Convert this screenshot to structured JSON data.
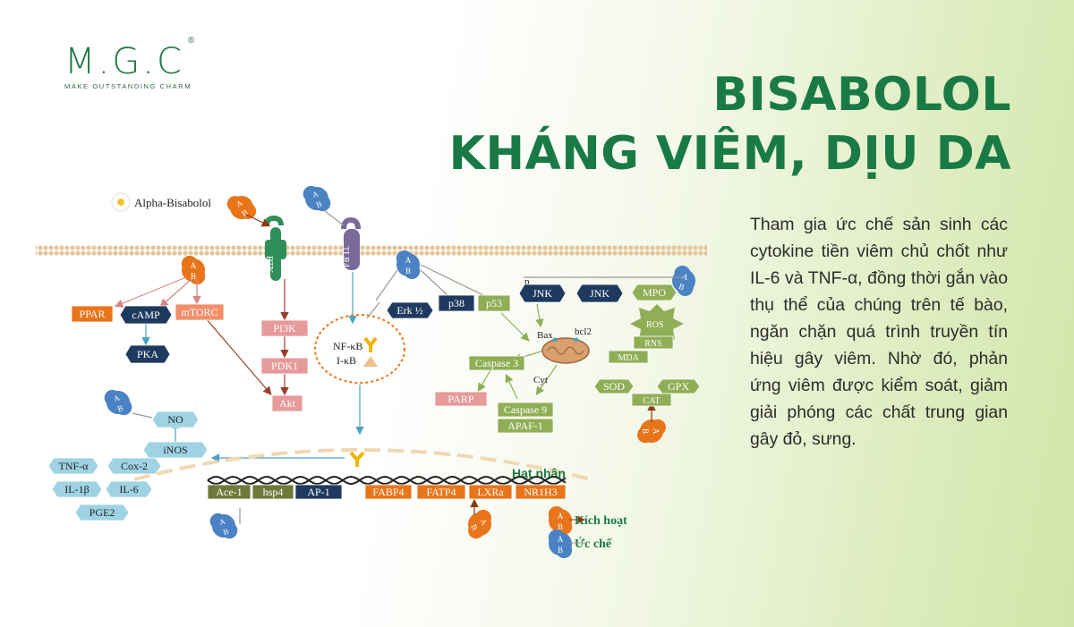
{
  "logo": {
    "text": "M.G.C",
    "tagline": "MAKE OUTSTANDING CHARM",
    "reg": "®"
  },
  "title": {
    "line1": "BISABOLOL",
    "line2": "KHÁNG VIÊM, DỊU DA"
  },
  "description": "Tham gia ức chế sản sinh các cytokine tiền viêm chủ chốt như IL-6 và TNF-α, đồng thời gắn vào thụ thể của chúng trên tế bào, ngăn chặn quá trình truyền tín hiệu gây viêm. Nhờ đó, phản ứng viêm được kiểm soát, giảm giải phóng các chất trung gian gây đỏ, sưng.",
  "colors": {
    "green_title": "#1a7a45",
    "activate": "#e8751a",
    "inhibit": "#4a82c4",
    "pink": "#e69a9a",
    "olive": "#8fae56",
    "teal": "#9fd3e3",
    "navy": "#1f3a5f"
  },
  "diagram": {
    "compound_label": "Alpha-Bisabolol",
    "badge_letters": [
      "A",
      "B"
    ],
    "receptors": {
      "rtk": "RTK",
      "tlr4": "TLR4"
    },
    "nodes": {
      "ppar": "PPAR",
      "camp": "cAMP",
      "mtorc": "mTORC",
      "pka": "PKA",
      "pi3k": "PI3K",
      "pdk1": "PDK1",
      "akt": "Akt",
      "nfkb": "NF-κB",
      "ikb": "I-κB",
      "erk": "Erk ½",
      "p38": "p38",
      "p53": "p53",
      "p": "p",
      "jnk1": "JNK",
      "jnk2": "JNK",
      "mpo": "MPO",
      "ros": "ROS",
      "rns": "RNS",
      "mda": "MDA",
      "sod": "SOD",
      "gpx": "GPX",
      "cat": "CAT",
      "bax": "Bax",
      "bcl2": "bcl2",
      "cyt": "Cyt",
      "caspase3": "Caspase 3",
      "parp": "PARP",
      "caspase9": "Caspase 9",
      "apaf1": "APAF-1",
      "no": "NO",
      "inos": "iNOS",
      "tnfa": "TNF-α",
      "cox2": "Cox-2",
      "il1b": "IL-1β",
      "il6": "IL-6",
      "pge2": "PGE2",
      "ace1": "Ace-1",
      "hsp4": "hsp4",
      "ap1": "AP-1",
      "fabp4": "FABP4",
      "fatp4": "FATP4",
      "lxra": "LXRa",
      "nr1h3": "NR1H3"
    },
    "nucleus_label": "Hạt nhân",
    "legend": {
      "activate": "Kích hoạt",
      "inhibit": "Ức chế"
    }
  }
}
